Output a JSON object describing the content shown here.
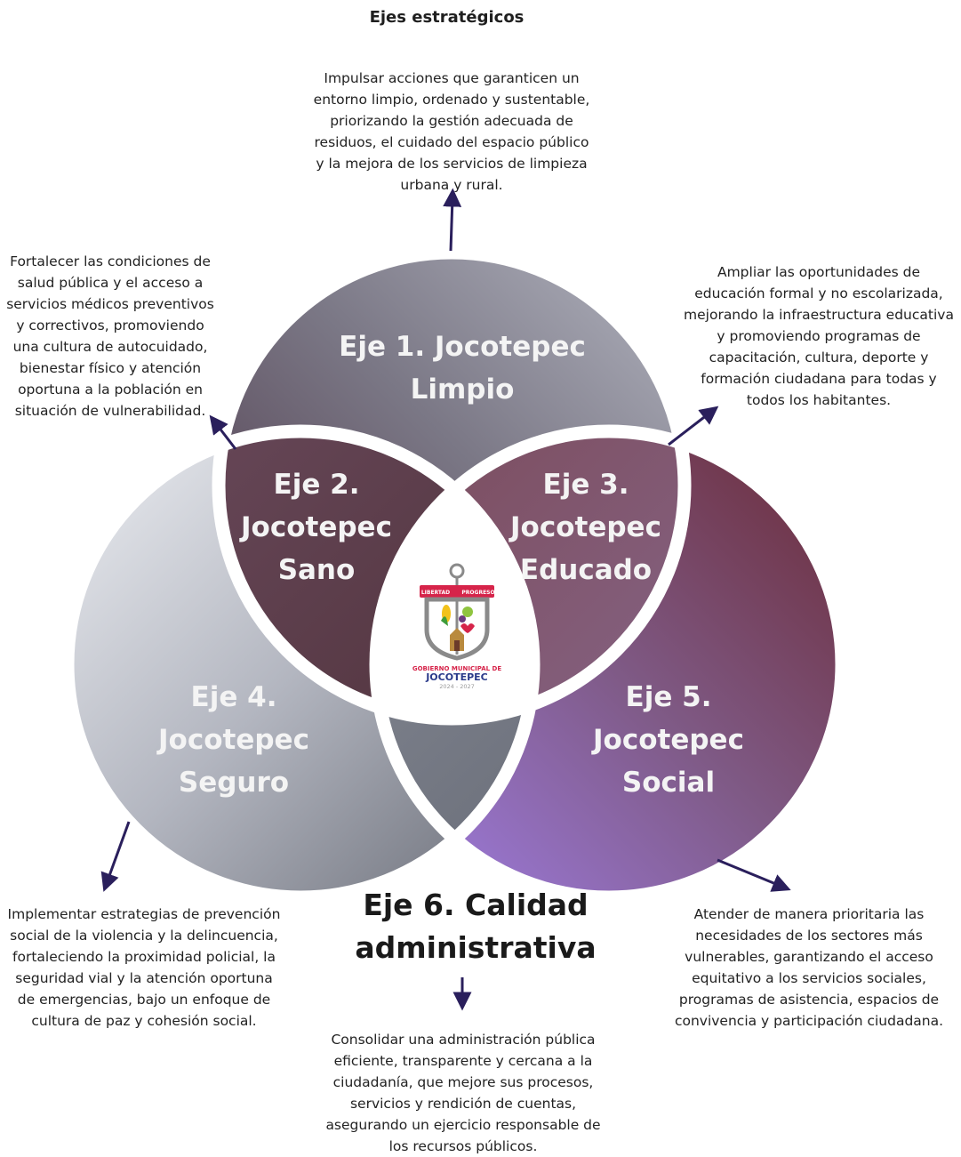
{
  "title": "Ejes estratégicos",
  "ejes": [
    {
      "label": "Eje 1. Jocotepec\nLimpio",
      "description": "Impulsar acciones que garanticen un\nentorno limpio, ordenado y sustentable,\npriorizando la gestión adecuada de\nresiduos, el cuidado del espacio público\ny la mejora de los servicios de limpieza\nurbana y rural."
    },
    {
      "label": "Eje 2.\nJocotepec\nSano",
      "description": "Fortalecer las condiciones de\nsalud pública y el acceso a\nservicios médicos preventivos\ny correctivos, promoviendo\nuna cultura de autocuidado,\nbienestar físico y atención\noportuna a la población en\nsituación de vulnerabilidad."
    },
    {
      "label": "Eje 3.\nJocotepec\nEducado",
      "description": "Ampliar las oportunidades de\neducación formal y no escolarizada,\nmejorando la infraestructura educativa\ny promoviendo programas de\ncapacitación, cultura, deporte y\nformación ciudadana para todas y\ntodos los habitantes."
    },
    {
      "label": "Eje 4.\nJocotepec\nSeguro",
      "description": "Implementar estrategias de prevención\nsocial de la violencia y la delincuencia,\nfortaleciendo la proximidad policial, la\nseguridad vial y la atención oportuna\nde emergencias, bajo un enfoque de\ncultura de paz y cohesión social."
    },
    {
      "label": "Eje 5.\nJocotepec\nSocial",
      "description": "Atender de manera prioritaria las\nnecesidades de los sectores más\nvulnerables, garantizando el acceso\nequitativo a los servicios sociales,\nprogramas de asistencia, espacios de\nconvivencia y participación ciudadana."
    },
    {
      "label": "Eje 6.  Calidad\nadministrativa",
      "description": "Consolidar una administración pública\neficiente, transparente y cercana a la\nciudadanía, que mejore sus procesos,\nservicios y rendición de cuentas,\nasegurando un ejercicio responsable de\nlos recursos públicos."
    }
  ],
  "logo": {
    "banner_left": "LIBERTAD",
    "banner_right": "PROGRESO",
    "line1": "GOBIERNO MUNICIPAL DE",
    "line2": "JOCOTEPEC",
    "years": "2024 - 2027"
  },
  "colors": {
    "arrow": "#2a1f5c",
    "circle_top": "#5c4a5e",
    "circle_left": "#9a9ca6",
    "circle_right": "#7a3848",
    "accent_purple": "#9b7de0"
  }
}
